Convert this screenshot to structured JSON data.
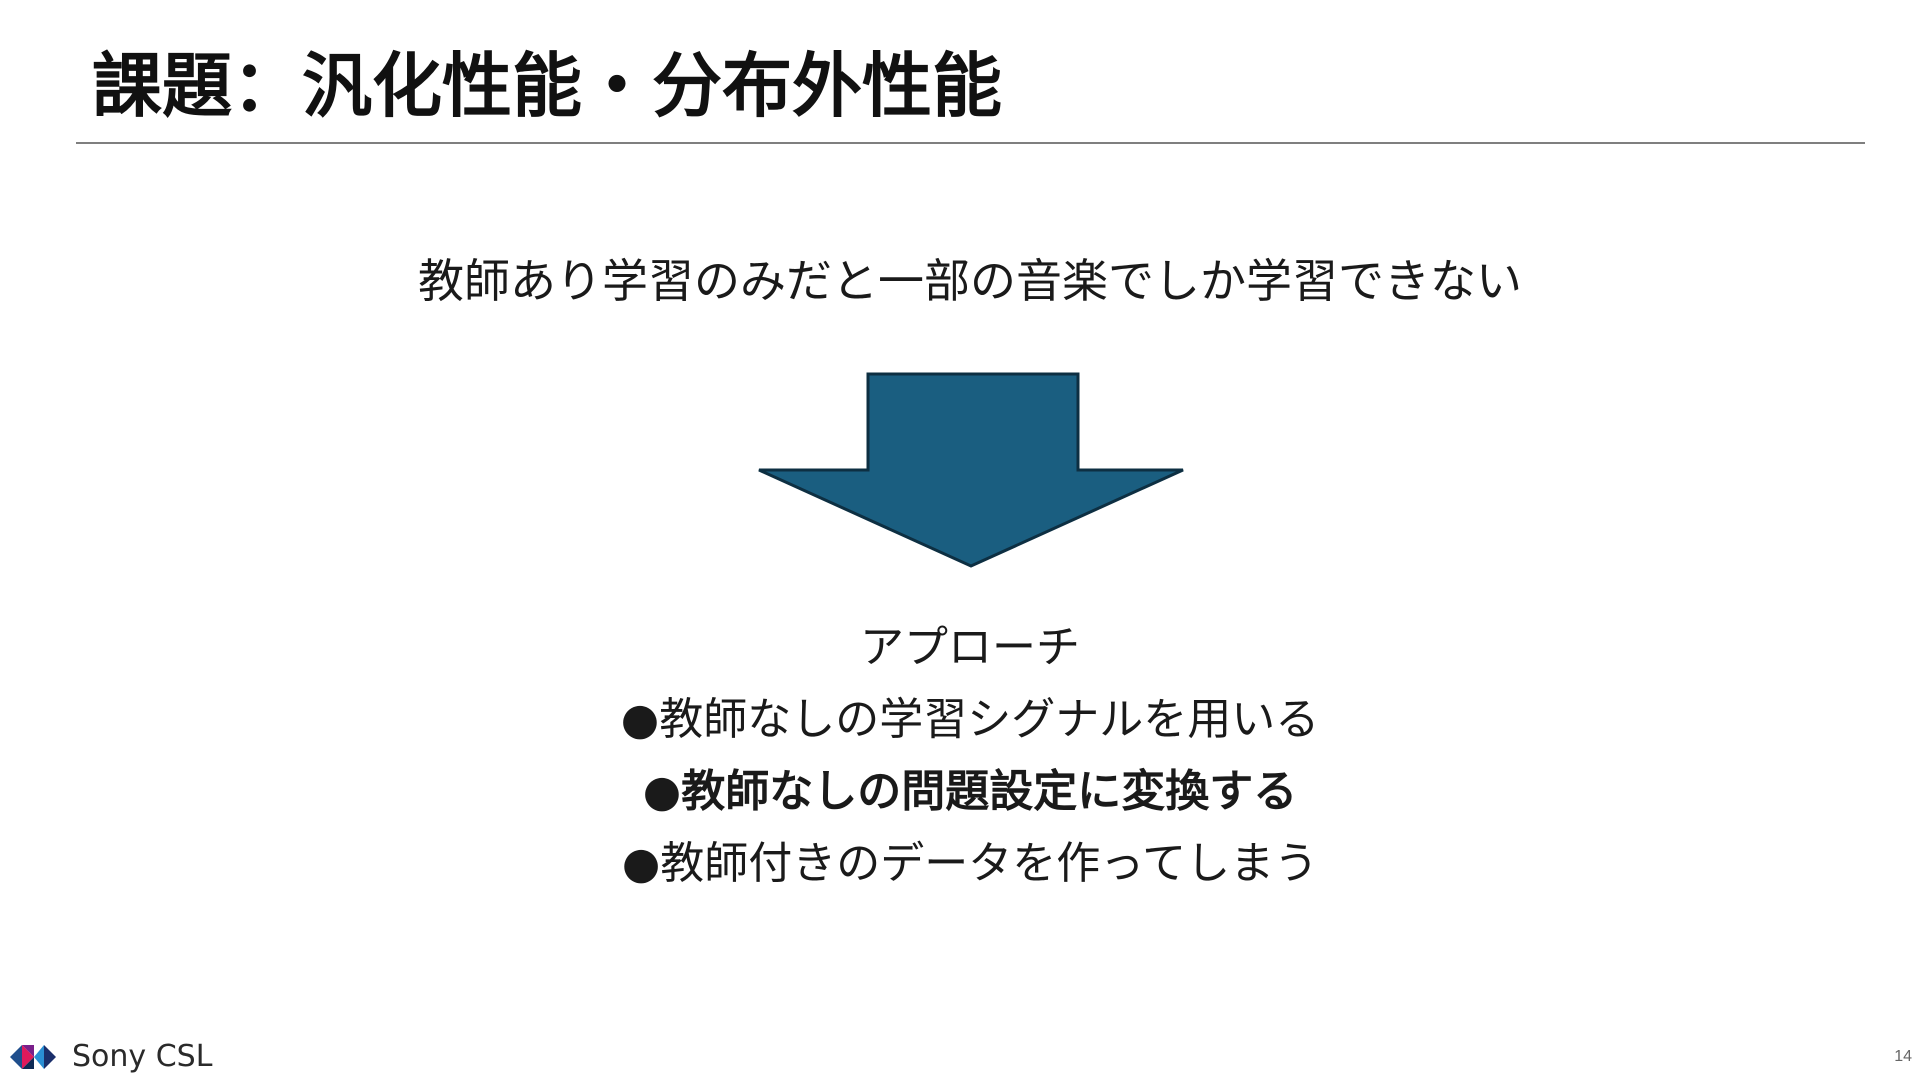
{
  "slide": {
    "title": "課題：汎化性能・分布外性能",
    "problem": "教師あり学習のみだと一部の音楽でしか学習できない",
    "arrow_color": "#1a5e80",
    "approach": {
      "heading": "アプローチ",
      "items": [
        {
          "text": "●教師なしの学習シグナルを用いる",
          "emphasis": false
        },
        {
          "text": "●教師なしの問題設定に変換する",
          "emphasis": true
        },
        {
          "text": "●教師付きのデータを作ってしまう",
          "emphasis": false
        }
      ]
    }
  },
  "footer": {
    "logo_text": "Sony CSL",
    "page_number": "14"
  }
}
